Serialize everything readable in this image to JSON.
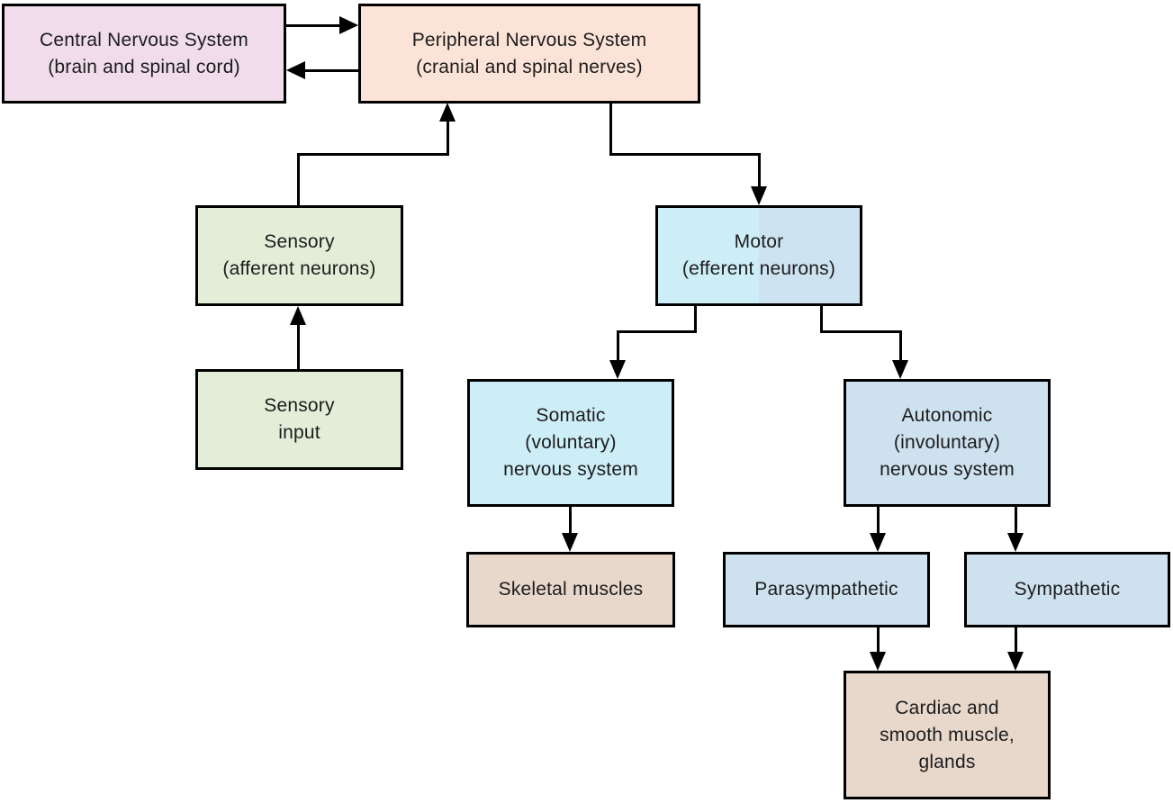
{
  "diagram": {
    "type": "flowchart",
    "subject": "Organization of the nervous system"
  },
  "nodes": {
    "cns": "Central Nervous System\n(brain and spinal cord)",
    "pns": "Peripheral Nervous System\n(cranial and spinal nerves)",
    "sensory": "Sensory\n(afferent neurons)",
    "motor": "Motor\n(efferent neurons)",
    "sensory_input": "Sensory\ninput",
    "somatic": "Somatic\n(voluntary)\nnervous system",
    "autonomic": "Autonomic\n(involuntary)\nnervous system",
    "skeletal": "Skeletal muscles",
    "parasympathetic": "Parasympathetic",
    "sympathetic": "Sympathetic",
    "cardiac": "Cardiac and\nsmooth muscle,\nglands"
  },
  "edges": [
    {
      "from": "Central Nervous System",
      "to": "Peripheral Nervous System"
    },
    {
      "from": "Peripheral Nervous System",
      "to": "Central Nervous System"
    },
    {
      "from": "Sensory (afferent neurons)",
      "to": "Peripheral Nervous System"
    },
    {
      "from": "Peripheral Nervous System",
      "to": "Motor (efferent neurons)"
    },
    {
      "from": "Sensory input",
      "to": "Sensory (afferent neurons)"
    },
    {
      "from": "Motor (efferent neurons)",
      "to": "Somatic (voluntary) nervous system"
    },
    {
      "from": "Motor (efferent neurons)",
      "to": "Autonomic (involuntary) nervous system"
    },
    {
      "from": "Somatic (voluntary) nervous system",
      "to": "Skeletal muscles"
    },
    {
      "from": "Autonomic (involuntary) nervous system",
      "to": "Parasympathetic"
    },
    {
      "from": "Autonomic (involuntary) nervous system",
      "to": "Sympathetic"
    },
    {
      "from": "Parasympathetic",
      "to": "Cardiac and smooth muscle, glands"
    },
    {
      "from": "Sympathetic",
      "to": "Cardiac and smooth muscle, glands"
    }
  ],
  "colors": {
    "cns": "#f1dcec",
    "pns": "#fce3d7",
    "sensory": "#e3eed8",
    "sensory_input": "#e3eed8",
    "motor_left": "#cdeef7",
    "motor_right": "#cee3f1",
    "somatic": "#cdeef7",
    "autonomic": "#cde1ef",
    "parasympathetic": "#cde1ef",
    "sympathetic": "#cde1ef",
    "skeletal": "#e8d7cb",
    "cardiac": "#e8d7cb",
    "line": "#000000",
    "text": "#1c1c1c",
    "background": "#ffffff"
  }
}
